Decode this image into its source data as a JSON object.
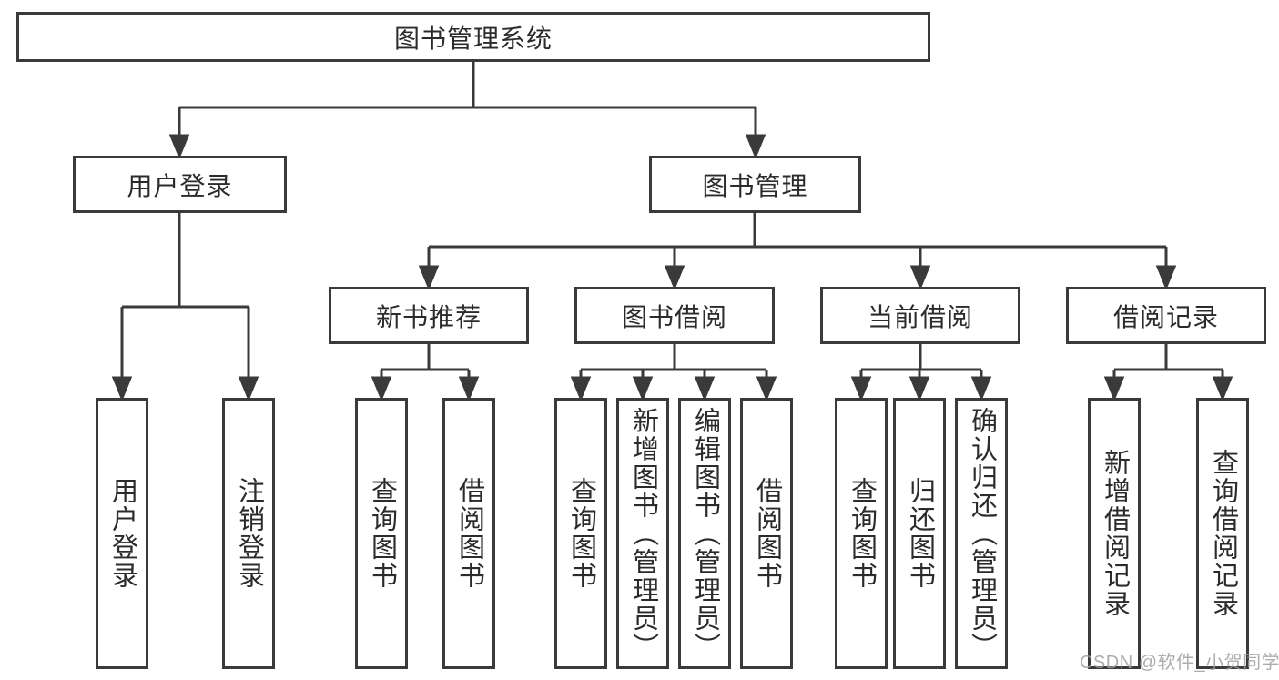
{
  "diagram": {
    "root_label": "图书管理系统",
    "nodes": {
      "user_login": "用户登录",
      "book_management": "图书管理",
      "new_book_recommend": "新书推荐",
      "book_borrowing": "图书借阅",
      "current_borrowing": "当前借阅",
      "borrow_records": "借阅记录"
    },
    "leaves": {
      "user_login": [
        "用户登录",
        "注销登录"
      ],
      "new_book_recommend": [
        "查询图书",
        "借阅图书"
      ],
      "book_borrowing": [
        "查询图书",
        "新增图书（管理员）",
        "编辑图书（管理员）",
        "借阅图书"
      ],
      "current_borrowing": [
        "查询图书",
        "归还图书",
        "确认归还（管理员）"
      ],
      "borrow_records": [
        "新增借阅记录",
        "查询借阅记录"
      ]
    }
  },
  "watermark": {
    "text": "CSDN @软件_小贺同学"
  },
  "colors": {
    "line": "#3a3a3a",
    "border": "#3a3a3a",
    "text": "#2b2b2b",
    "background": "#ffffff",
    "watermark": "#9e9e9e"
  }
}
